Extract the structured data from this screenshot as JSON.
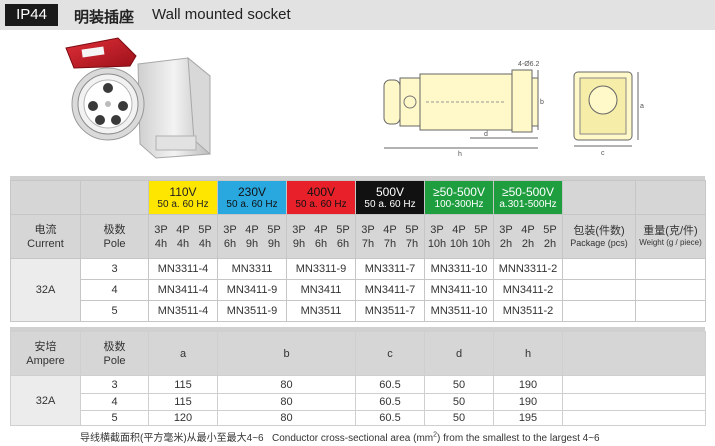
{
  "header": {
    "badge": "IP44",
    "title_cn": "明装插座",
    "title_en": "Wall mounted socket"
  },
  "drawing": {
    "hole_label": "4-Ø6.2",
    "dims": [
      "b",
      "d",
      "h",
      "a",
      "c"
    ]
  },
  "voltages": [
    {
      "v": "110V",
      "f": "50 a. 60 Hz",
      "cls": "y"
    },
    {
      "v": "230V",
      "f": "50 a. 60 Hz",
      "cls": "b"
    },
    {
      "v": "400V",
      "f": "50 a. 60 Hz",
      "cls": "r"
    },
    {
      "v": "500V",
      "f": "50 a. 60 Hz",
      "cls": "k"
    },
    {
      "v": "≥50-500V",
      "f": "100-300Hz",
      "cls": "g"
    },
    {
      "v": "≥50-500V",
      "f": "a.301-500Hz",
      "cls": "g"
    }
  ],
  "table1": {
    "current_cn": "电流",
    "current_en": "Current",
    "pole_cn": "极数",
    "pole_en": "Pole",
    "pole_cols": [
      {
        "top": [
          "3P",
          "4P",
          "5P"
        ],
        "bottom": [
          "4h",
          "4h",
          "4h"
        ]
      },
      {
        "top": [
          "3P",
          "4P",
          "5P"
        ],
        "bottom": [
          "6h",
          "9h",
          "9h"
        ]
      },
      {
        "top": [
          "3P",
          "4P",
          "5P"
        ],
        "bottom": [
          "9h",
          "6h",
          "6h"
        ]
      },
      {
        "top": [
          "3P",
          "4P",
          "5P"
        ],
        "bottom": [
          "7h",
          "7h",
          "7h"
        ]
      },
      {
        "top": [
          "3P",
          "4P",
          "5P"
        ],
        "bottom": [
          "10h",
          "10h",
          "10h"
        ]
      },
      {
        "top": [
          "3P",
          "4P",
          "5P"
        ],
        "bottom": [
          "2h",
          "2h",
          "2h"
        ]
      }
    ],
    "package_cn": "包装(件数)",
    "package_en": "Package (pcs)",
    "weight_cn": "重量(克/件)",
    "weight_en": "Weight (g / piece)",
    "current_value": "32A",
    "rows": [
      {
        "pole": "3",
        "models": [
          "MN3311-4",
          "MN3311",
          "MN3311-9",
          "MN3311-7",
          "MN3311-10",
          "MNN3311-2"
        ]
      },
      {
        "pole": "4",
        "models": [
          "MN3411-4",
          "MN3411-9",
          "MN3411",
          "MN3411-7",
          "MN3411-10",
          "MN3411-2"
        ]
      },
      {
        "pole": "5",
        "models": [
          "MN3511-4",
          "MN3511-9",
          "MN3511",
          "MN3511-7",
          "MN3511-10",
          "MN3511-2"
        ]
      }
    ]
  },
  "table2": {
    "ampere_cn": "安培",
    "ampere_en": "Ampere",
    "pole_cn": "极数",
    "pole_en": "Pole",
    "cols": [
      "a",
      "b",
      "c",
      "d",
      "h"
    ],
    "current_value": "32A",
    "rows": [
      {
        "pole": "3",
        "vals": [
          "115",
          "80",
          "60.5",
          "50",
          "190"
        ]
      },
      {
        "pole": "4",
        "vals": [
          "115",
          "80",
          "60.5",
          "50",
          "190"
        ]
      },
      {
        "pole": "5",
        "vals": [
          "120",
          "80",
          "60.5",
          "50",
          "195"
        ]
      }
    ]
  },
  "footer": {
    "cn": "导线横截面积(平方毫米)从最小至最大4~6",
    "en_pre": "Conductor cross-sectional area (mm",
    "en_sup": "2",
    "en_post": ") from the smallest to the largest 4~6"
  }
}
